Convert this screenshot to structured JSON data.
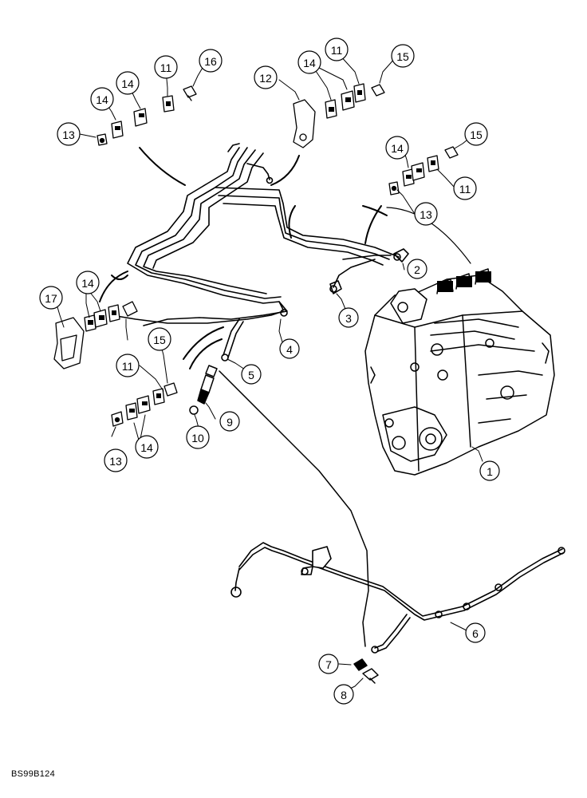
{
  "diagram": {
    "figure_code": "BS99B124",
    "callouts": [
      "1",
      "2",
      "3",
      "4",
      "5",
      "6",
      "7",
      "8",
      "9",
      "10",
      "11",
      "12",
      "13",
      "14",
      "15",
      "16",
      "17"
    ]
  }
}
